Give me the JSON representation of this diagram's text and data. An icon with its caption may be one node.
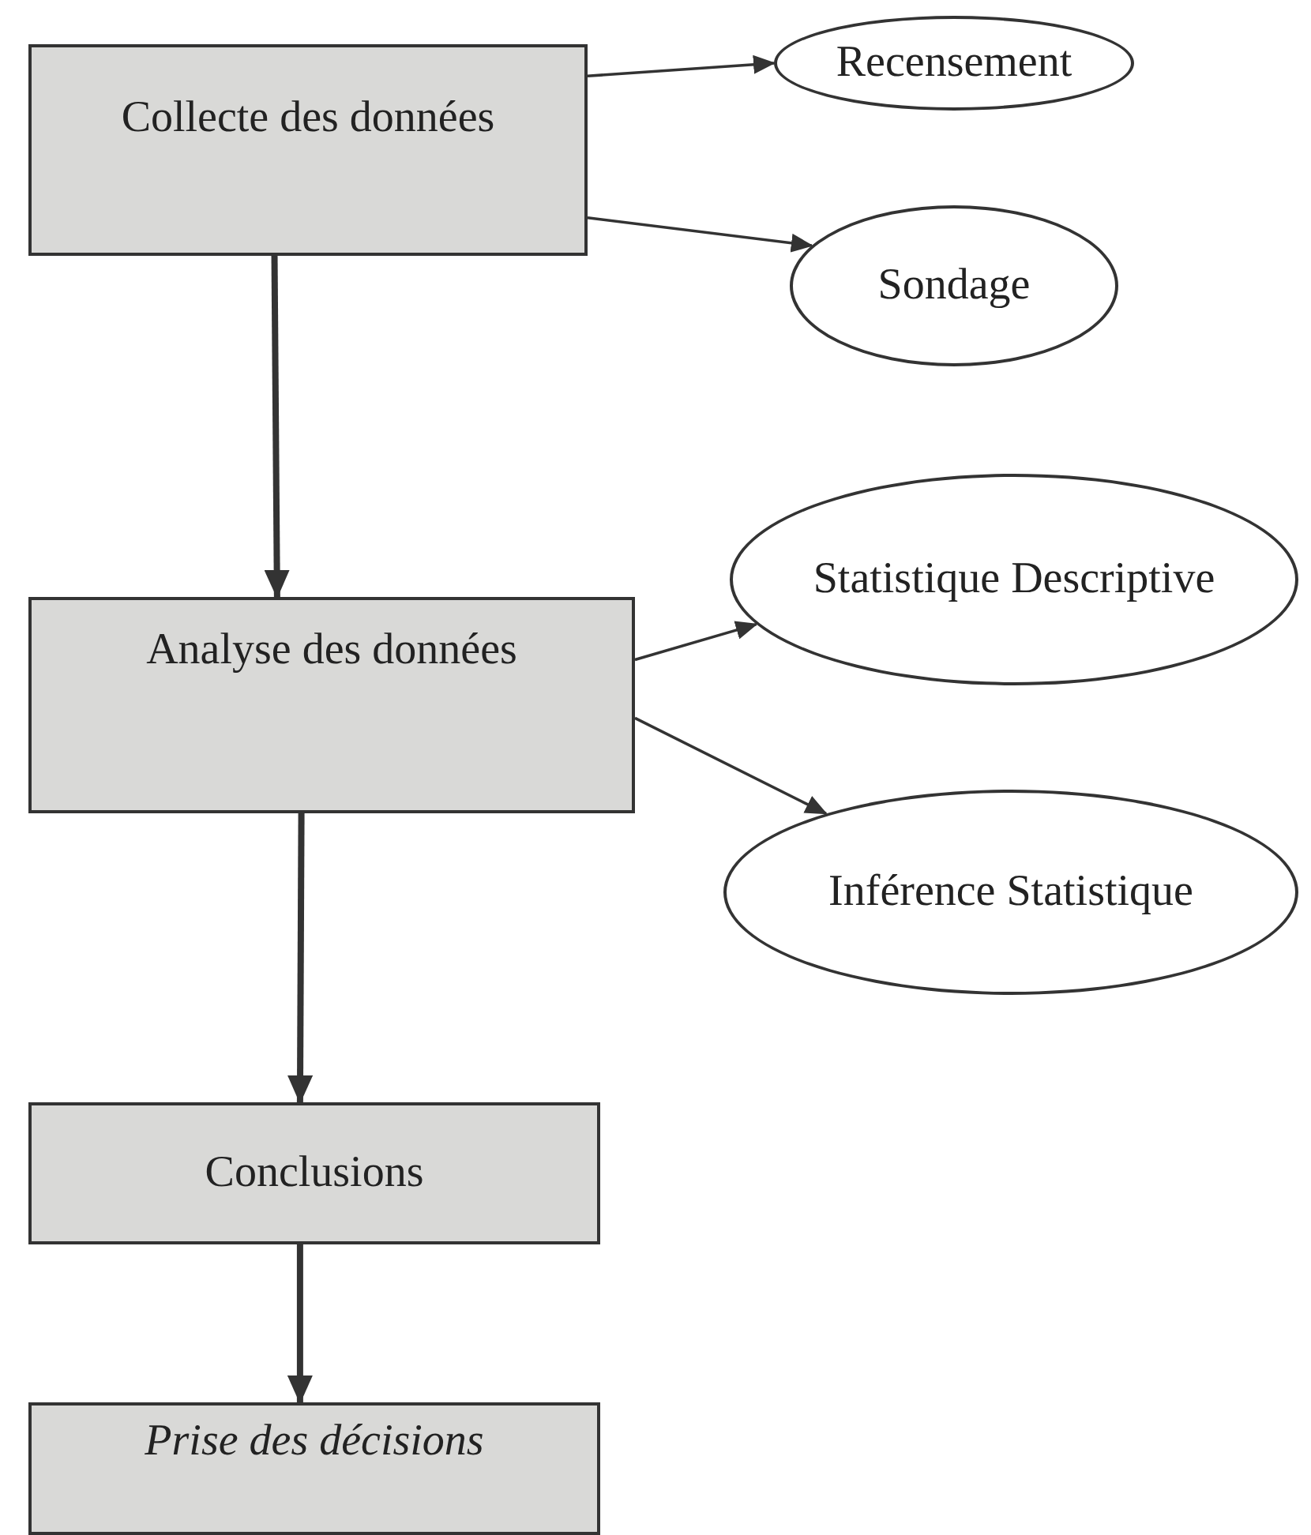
{
  "diagram": {
    "nodes": [
      {
        "text": [
          "Collecte des données"
        ]
      },
      {
        "text": [
          "Recensement"
        ]
      },
      {
        "text": [
          "Sondage"
        ]
      },
      {
        "text": [
          "Analyse des données"
        ]
      },
      {
        "text": [
          "Statistique Descriptive"
        ]
      },
      {
        "text": [
          "Inférence Statistique"
        ]
      },
      {
        "text": [
          "Conclusions"
        ]
      },
      {
        "text": [
          "Prise des décisions"
        ]
      }
    ],
    "edges": [
      {
        "from": 0,
        "to": 1,
        "arrow": "to"
      },
      {
        "from": 0,
        "to": 2,
        "arrow": "to"
      },
      {
        "from": 0,
        "to": 3,
        "arrow": "to",
        "style": "thick"
      },
      {
        "from": 3,
        "to": 4,
        "arrow": "to"
      },
      {
        "from": 3,
        "to": 5,
        "arrow": "to"
      },
      {
        "from": 3,
        "to": 6,
        "arrow": "to",
        "style": "thick"
      },
      {
        "from": 6,
        "to": 7,
        "arrow": "to",
        "style": "thick"
      }
    ]
  }
}
